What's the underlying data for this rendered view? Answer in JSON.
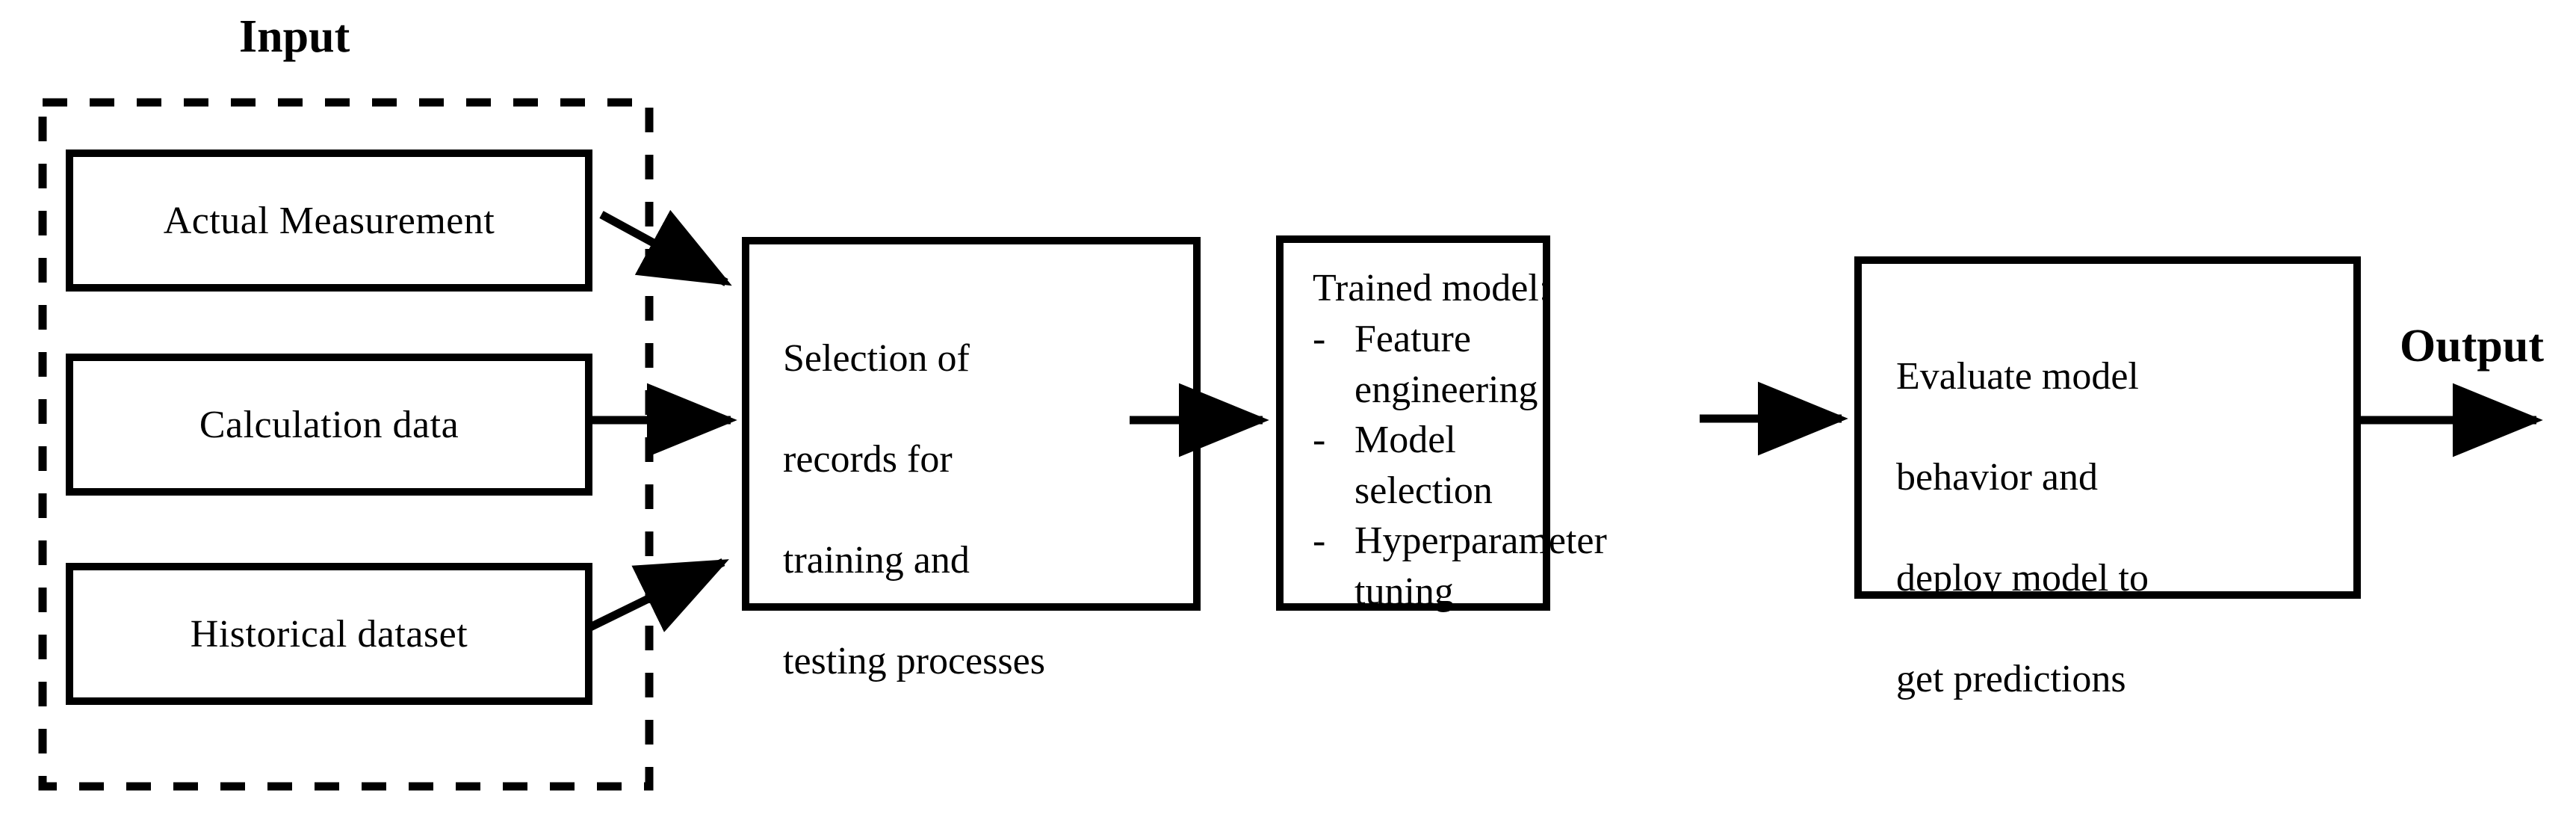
{
  "diagram": {
    "title_label": "Input",
    "output_label": "Output",
    "input_group": {
      "label": "Input",
      "boxes": [
        {
          "label": "Actual Measurement"
        },
        {
          "label": "Calculation  data"
        },
        {
          "label": "Historical  dataset"
        }
      ]
    },
    "stages": [
      {
        "name": "selection",
        "lines": [
          "Selection of",
          "records for",
          "training  and",
          "testing processes"
        ]
      },
      {
        "name": "trained-model",
        "heading": "Trained model:",
        "bullet_marker": "-",
        "bullets": [
          "Feature\nengineering",
          "Model selection",
          "Hyperparameter\ntuning"
        ]
      },
      {
        "name": "evaluate",
        "lines": [
          "Evaluate model",
          "behavior and",
          "deploy model to",
          "get predictions"
        ]
      }
    ],
    "connectors": [
      {
        "name": "actual-measurement-to-selection",
        "type": "diagonal-down"
      },
      {
        "name": "calculation-data-to-selection",
        "type": "horizontal"
      },
      {
        "name": "historical-dataset-to-selection",
        "type": "diagonal-up"
      },
      {
        "name": "selection-to-trained-model",
        "type": "horizontal"
      },
      {
        "name": "trained-model-to-evaluate",
        "type": "horizontal"
      },
      {
        "name": "evaluate-to-output",
        "type": "horizontal"
      }
    ],
    "colors": {
      "stroke": "#000000",
      "background": "#ffffff"
    }
  }
}
